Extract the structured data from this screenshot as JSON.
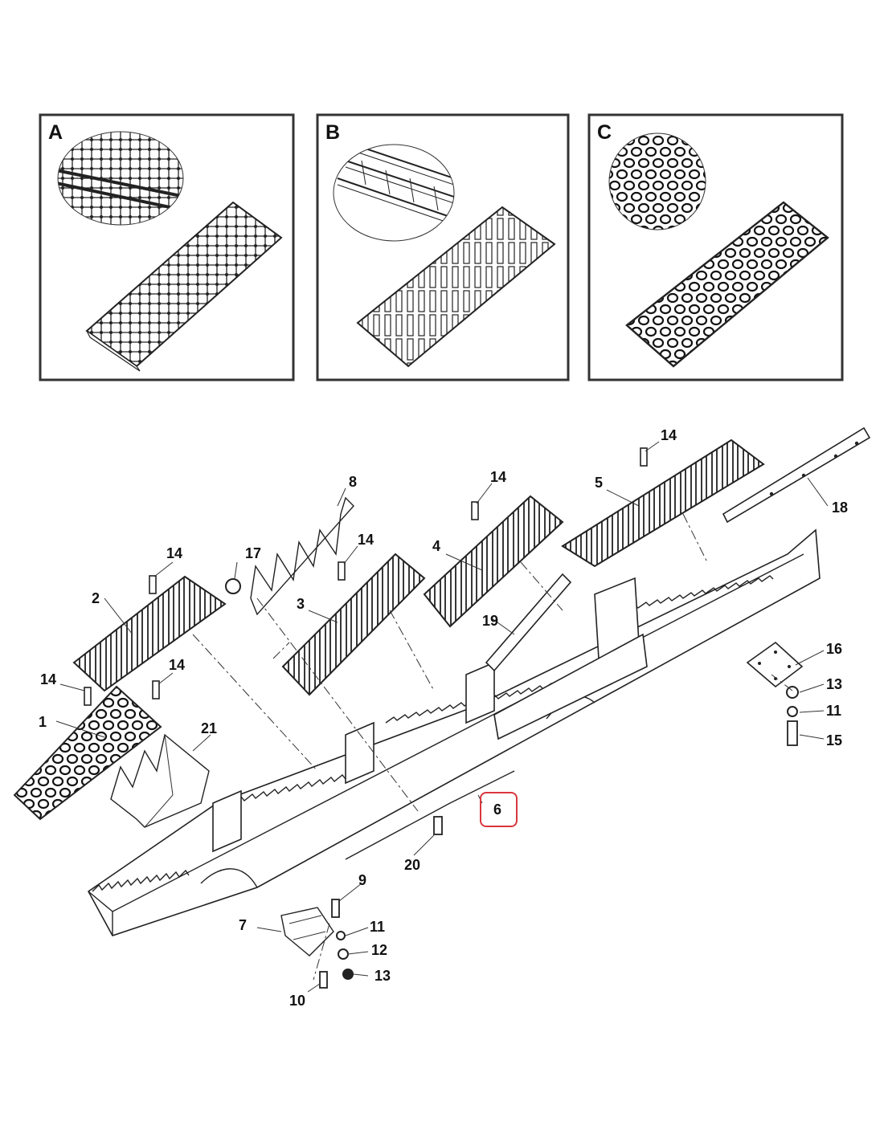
{
  "panels": [
    {
      "letter": "A",
      "style": "rod-grate"
    },
    {
      "letter": "B",
      "style": "bar-grate"
    },
    {
      "letter": "C",
      "style": "oval-perforated"
    }
  ],
  "callouts": {
    "c1": "1",
    "c2": "2",
    "c3": "3",
    "c4": "4",
    "c5": "5",
    "c6": "6",
    "c7": "7",
    "c8": "8",
    "c9": "9",
    "c10": "10",
    "c11a": "11",
    "c11b": "11",
    "c12": "12",
    "c13a": "13",
    "c13b": "13",
    "c14a": "14",
    "c14b": "14",
    "c14c": "14",
    "c14d": "14",
    "c14e": "14",
    "c14f": "14",
    "c15": "15",
    "c16": "16",
    "c17": "17",
    "c18": "18",
    "c19": "19",
    "c20": "20",
    "c21": "21"
  },
  "highlight": {
    "callout": "6",
    "color": "#d9363e"
  }
}
